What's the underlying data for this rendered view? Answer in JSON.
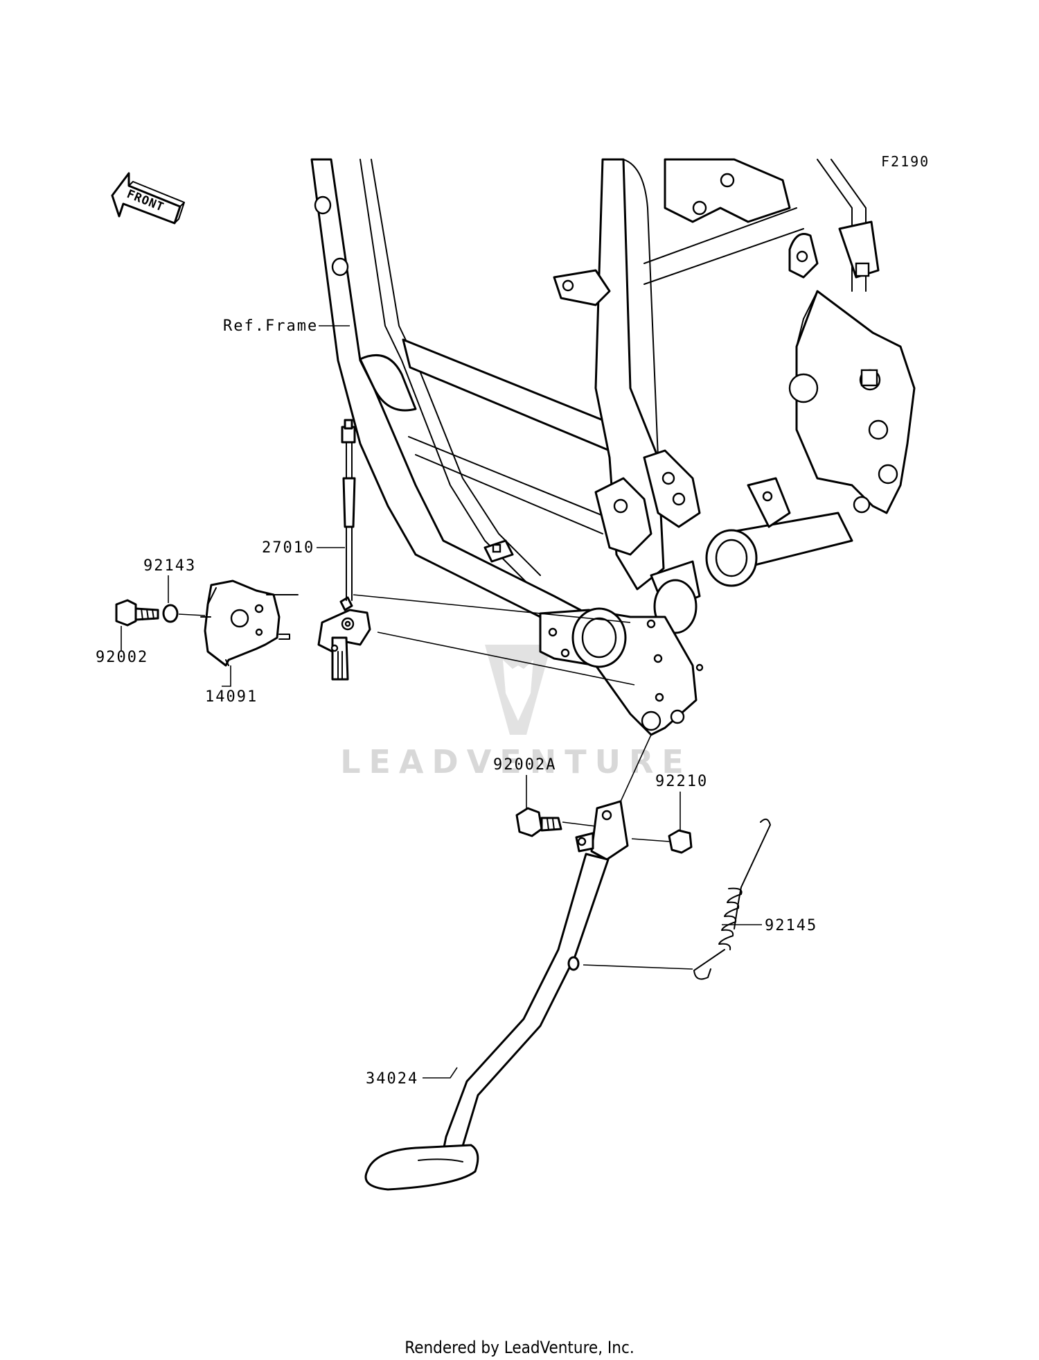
{
  "figure_code": "F2190",
  "front_label": "FRONT",
  "watermark": "LEADVENTURE",
  "footer": "Rendered by LeadVenture, Inc.",
  "callouts": [
    {
      "id": "ref_frame",
      "text": "Ref.Frame"
    },
    {
      "id": "p27010",
      "text": "27010"
    },
    {
      "id": "p92143",
      "text": "92143"
    },
    {
      "id": "p92002",
      "text": "92002"
    },
    {
      "id": "p14091",
      "text": "14091"
    },
    {
      "id": "p92002a",
      "text": "92002A"
    },
    {
      "id": "p92210",
      "text": "92210"
    },
    {
      "id": "p92145",
      "text": "92145"
    },
    {
      "id": "p34024",
      "text": "34024"
    }
  ]
}
